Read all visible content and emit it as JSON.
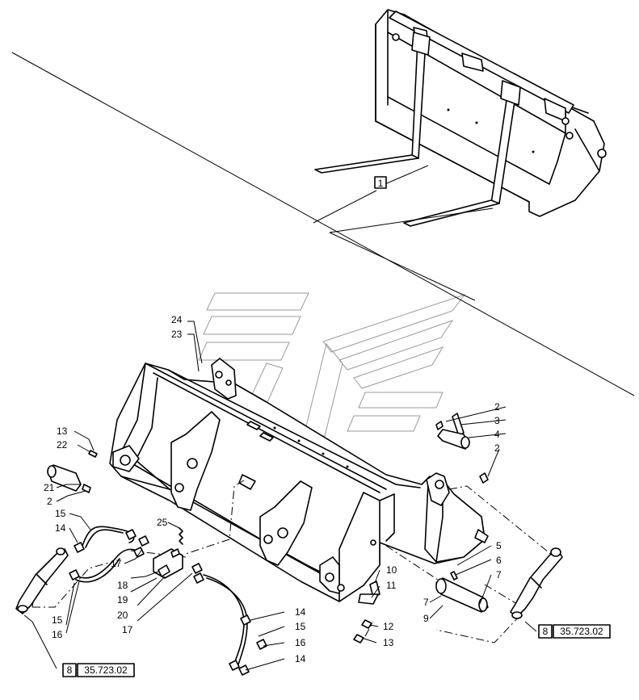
{
  "diagram": {
    "callouts": [
      {
        "id": "c-1",
        "label": "1"
      },
      {
        "id": "c-24",
        "label": "24"
      },
      {
        "id": "c-23",
        "label": "23"
      },
      {
        "id": "c-2a",
        "label": "2"
      },
      {
        "id": "c-3",
        "label": "3"
      },
      {
        "id": "c-4",
        "label": "4"
      },
      {
        "id": "c-2b",
        "label": "2"
      },
      {
        "id": "c-13a",
        "label": "13"
      },
      {
        "id": "c-22",
        "label": "22"
      },
      {
        "id": "c-21",
        "label": "21"
      },
      {
        "id": "c-2c",
        "label": "2"
      },
      {
        "id": "c-15a",
        "label": "15"
      },
      {
        "id": "c-14a",
        "label": "14"
      },
      {
        "id": "c-25",
        "label": "25"
      },
      {
        "id": "c-17a",
        "label": "17"
      },
      {
        "id": "c-18",
        "label": "18"
      },
      {
        "id": "c-19",
        "label": "19"
      },
      {
        "id": "c-20",
        "label": "20"
      },
      {
        "id": "c-17b",
        "label": "17"
      },
      {
        "id": "c-15b",
        "label": "15"
      },
      {
        "id": "c-16a",
        "label": "16"
      },
      {
        "id": "c-5",
        "label": "5"
      },
      {
        "id": "c-6",
        "label": "6"
      },
      {
        "id": "c-7a",
        "label": "7"
      },
      {
        "id": "c-7b",
        "label": "7"
      },
      {
        "id": "c-9",
        "label": "9"
      },
      {
        "id": "c-10",
        "label": "10"
      },
      {
        "id": "c-11",
        "label": "11"
      },
      {
        "id": "c-12",
        "label": "12"
      },
      {
        "id": "c-13b",
        "label": "13"
      },
      {
        "id": "c-14b",
        "label": "14"
      },
      {
        "id": "c-15c",
        "label": "15"
      },
      {
        "id": "c-16b",
        "label": "16"
      },
      {
        "id": "c-14c",
        "label": "14"
      }
    ],
    "references": [
      {
        "id": "ref-left",
        "group": "8",
        "code": "35.723.02"
      },
      {
        "id": "ref-right",
        "group": "8",
        "code": "35.723.02"
      }
    ]
  }
}
